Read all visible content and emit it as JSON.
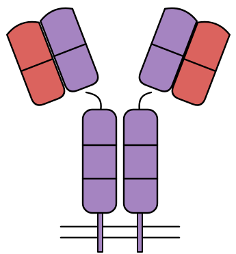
{
  "colors": {
    "heavy_chain": "#a584c1",
    "light_chain": "#db635e",
    "outline": "#000000",
    "background": "#ffffff"
  },
  "antibody": {
    "heavy_chains": [
      {
        "side": "left",
        "constant_domains": 3,
        "variable_domains": 2
      },
      {
        "side": "right",
        "constant_domains": 3,
        "variable_domains": 2
      }
    ],
    "light_chains": [
      {
        "side": "left",
        "domains": 2
      },
      {
        "side": "right",
        "domains": 2
      }
    ],
    "transmembrane_anchors": 2,
    "membrane_lines": 2
  }
}
